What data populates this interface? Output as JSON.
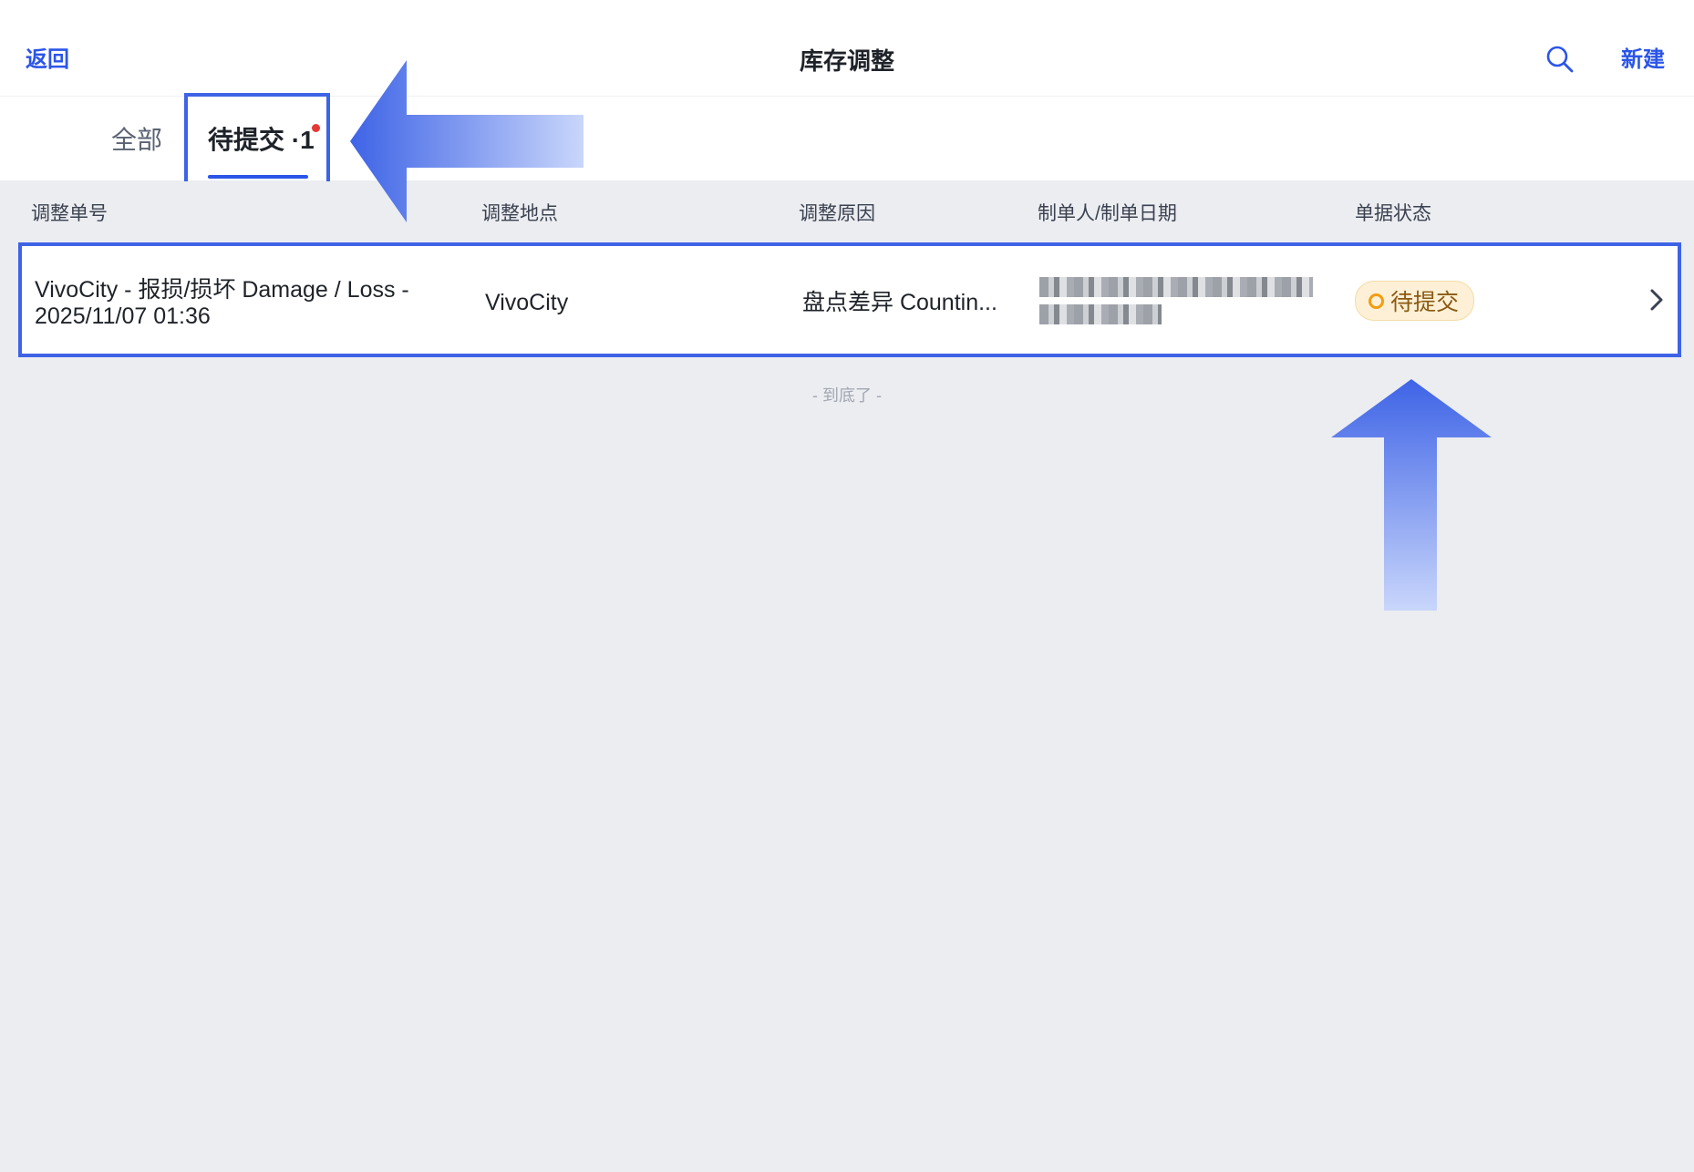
{
  "header": {
    "back_label": "返回",
    "title": "库存调整",
    "new_label": "新建",
    "search_icon": "search-icon"
  },
  "tabs": {
    "all_label": "全部",
    "pending_label": "待提交 ·1",
    "pending_badge": "red-dot"
  },
  "table": {
    "headers": [
      "调整单号",
      "调整地点",
      "调整原因",
      "制单人/制单日期",
      "单据状态"
    ],
    "rows": [
      {
        "id": "VivoCity - 报损/损坏 Damage / Loss - 2025/11/07 01:36",
        "location": "VivoCity",
        "reason": "盘点差异 Countin...",
        "creator_blurred": true,
        "status": "待提交"
      }
    ],
    "end_text": "- 到底了 -"
  },
  "colors": {
    "accent": "#2B55E8",
    "highlight": "#3E63E6",
    "badge_bg": "#FDF0D6",
    "badge_ring": "#F39C12",
    "dot": "#E53935",
    "page_bg": "#ECEDF1"
  }
}
